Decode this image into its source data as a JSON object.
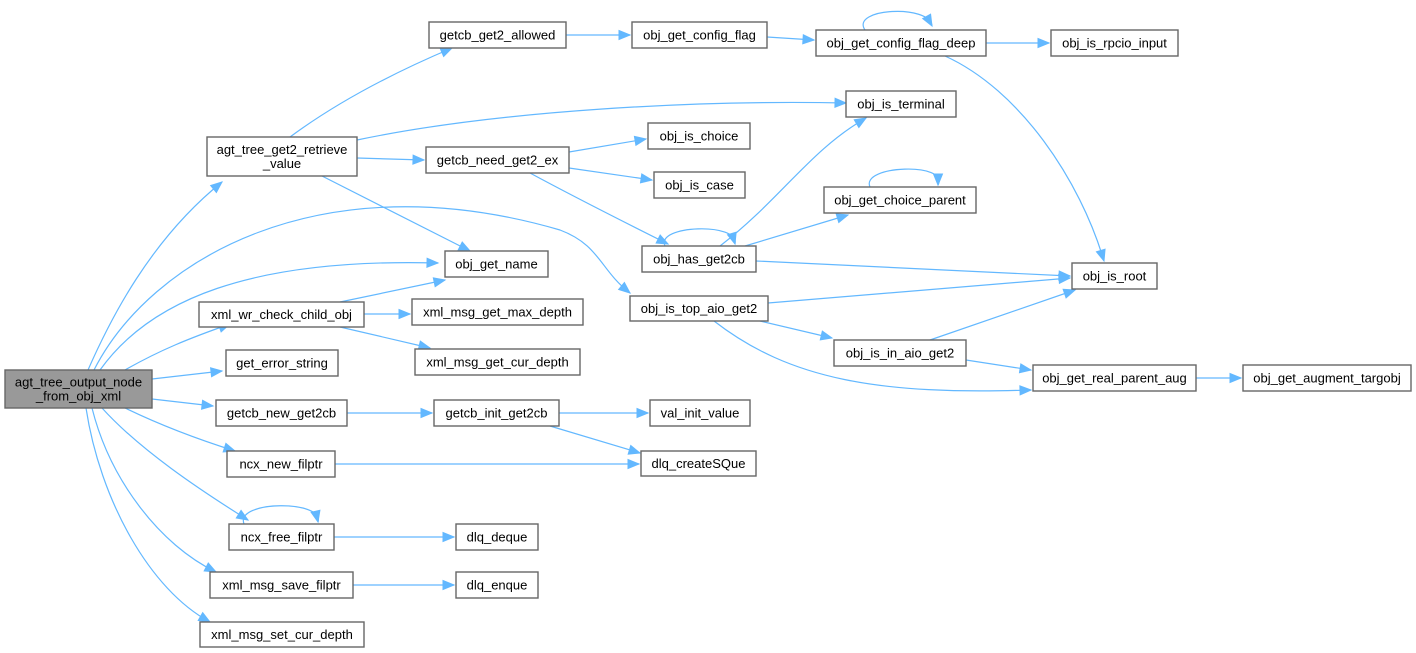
{
  "diagram": {
    "type": "call-graph",
    "title": "agt_tree_output_node_from_obj_xml",
    "colors": {
      "edge": "#63b8ff",
      "root_fill": "#999999",
      "node_fill": "#ffffff",
      "node_border": "#666666"
    },
    "nodes": [
      {
        "id": "root",
        "label": [
          "agt_tree_output_node",
          "_from_obj_xml"
        ],
        "root": true
      },
      {
        "id": "agt_tree_get2_retrieve_value",
        "label": [
          "agt_tree_get2_retrieve",
          "_value"
        ]
      },
      {
        "id": "obj_get_name",
        "label": [
          "obj_get_name"
        ]
      },
      {
        "id": "xml_wr_check_child_obj",
        "label": [
          "xml_wr_check_child_obj"
        ]
      },
      {
        "id": "get_error_string",
        "label": [
          "get_error_string"
        ]
      },
      {
        "id": "getcb_new_get2cb",
        "label": [
          "getcb_new_get2cb"
        ]
      },
      {
        "id": "ncx_new_filptr",
        "label": [
          "ncx_new_filptr"
        ]
      },
      {
        "id": "ncx_free_filptr",
        "label": [
          "ncx_free_filptr"
        ]
      },
      {
        "id": "xml_msg_save_filptr",
        "label": [
          "xml_msg_save_filptr"
        ]
      },
      {
        "id": "xml_msg_set_cur_depth",
        "label": [
          "xml_msg_set_cur_depth"
        ]
      },
      {
        "id": "getcb_get2_allowed",
        "label": [
          "getcb_get2_allowed"
        ]
      },
      {
        "id": "getcb_need_get2_ex",
        "label": [
          "getcb_need_get2_ex"
        ]
      },
      {
        "id": "xml_msg_get_max_depth",
        "label": [
          "xml_msg_get_max_depth"
        ]
      },
      {
        "id": "xml_msg_get_cur_depth",
        "label": [
          "xml_msg_get_cur_depth"
        ]
      },
      {
        "id": "getcb_init_get2cb",
        "label": [
          "getcb_init_get2cb"
        ]
      },
      {
        "id": "obj_get_config_flag",
        "label": [
          "obj_get_config_flag"
        ]
      },
      {
        "id": "obj_is_choice",
        "label": [
          "obj_is_choice"
        ]
      },
      {
        "id": "obj_is_case",
        "label": [
          "obj_is_case"
        ]
      },
      {
        "id": "obj_has_get2cb",
        "label": [
          "obj_has_get2cb"
        ]
      },
      {
        "id": "obj_is_top_aio_get2",
        "label": [
          "obj_is_top_aio_get2"
        ]
      },
      {
        "id": "val_init_value",
        "label": [
          "val_init_value"
        ]
      },
      {
        "id": "dlq_createSQue",
        "label": [
          "dlq_createSQue"
        ]
      },
      {
        "id": "dlq_deque",
        "label": [
          "dlq_deque"
        ]
      },
      {
        "id": "dlq_enque",
        "label": [
          "dlq_enque"
        ]
      },
      {
        "id": "obj_get_config_flag_deep",
        "label": [
          "obj_get_config_flag_deep"
        ]
      },
      {
        "id": "obj_is_terminal",
        "label": [
          "obj_is_terminal"
        ]
      },
      {
        "id": "obj_get_choice_parent",
        "label": [
          "obj_get_choice_parent"
        ]
      },
      {
        "id": "obj_is_in_aio_get2",
        "label": [
          "obj_is_in_aio_get2"
        ]
      },
      {
        "id": "obj_is_rpcio_input",
        "label": [
          "obj_is_rpcio_input"
        ]
      },
      {
        "id": "obj_is_root",
        "label": [
          "obj_is_root"
        ]
      },
      {
        "id": "obj_get_real_parent_aug",
        "label": [
          "obj_get_real_parent_aug"
        ]
      },
      {
        "id": "obj_get_augment_targobj",
        "label": [
          "obj_get_augment_targobj"
        ]
      }
    ],
    "edges": [
      [
        "root",
        "agt_tree_get2_retrieve_value"
      ],
      [
        "root",
        "obj_get_name"
      ],
      [
        "root",
        "obj_is_top_aio_get2"
      ],
      [
        "root",
        "xml_wr_check_child_obj"
      ],
      [
        "root",
        "get_error_string"
      ],
      [
        "root",
        "getcb_new_get2cb"
      ],
      [
        "root",
        "ncx_new_filptr"
      ],
      [
        "root",
        "ncx_free_filptr"
      ],
      [
        "root",
        "xml_msg_save_filptr"
      ],
      [
        "root",
        "xml_msg_set_cur_depth"
      ],
      [
        "agt_tree_get2_retrieve_value",
        "getcb_get2_allowed"
      ],
      [
        "agt_tree_get2_retrieve_value",
        "obj_is_terminal"
      ],
      [
        "agt_tree_get2_retrieve_value",
        "getcb_need_get2_ex"
      ],
      [
        "agt_tree_get2_retrieve_value",
        "obj_get_name"
      ],
      [
        "getcb_get2_allowed",
        "obj_get_config_flag"
      ],
      [
        "obj_get_config_flag",
        "obj_get_config_flag_deep"
      ],
      [
        "obj_get_config_flag_deep",
        "obj_get_config_flag_deep"
      ],
      [
        "obj_get_config_flag_deep",
        "obj_is_rpcio_input"
      ],
      [
        "obj_get_config_flag_deep",
        "obj_is_root"
      ],
      [
        "getcb_need_get2_ex",
        "obj_is_choice"
      ],
      [
        "getcb_need_get2_ex",
        "obj_is_case"
      ],
      [
        "getcb_need_get2_ex",
        "obj_has_get2cb"
      ],
      [
        "obj_has_get2cb",
        "obj_has_get2cb"
      ],
      [
        "obj_has_get2cb",
        "obj_is_terminal"
      ],
      [
        "obj_has_get2cb",
        "obj_get_choice_parent"
      ],
      [
        "obj_has_get2cb",
        "obj_is_root"
      ],
      [
        "obj_get_choice_parent",
        "obj_get_choice_parent"
      ],
      [
        "xml_wr_check_child_obj",
        "obj_get_name"
      ],
      [
        "xml_wr_check_child_obj",
        "xml_msg_get_max_depth"
      ],
      [
        "xml_wr_check_child_obj",
        "xml_msg_get_cur_depth"
      ],
      [
        "obj_is_top_aio_get2",
        "obj_is_root"
      ],
      [
        "obj_is_top_aio_get2",
        "obj_is_in_aio_get2"
      ],
      [
        "obj_is_top_aio_get2",
        "obj_get_real_parent_aug"
      ],
      [
        "obj_is_in_aio_get2",
        "obj_is_root"
      ],
      [
        "obj_is_in_aio_get2",
        "obj_get_real_parent_aug"
      ],
      [
        "obj_get_real_parent_aug",
        "obj_get_augment_targobj"
      ],
      [
        "getcb_new_get2cb",
        "getcb_init_get2cb"
      ],
      [
        "getcb_init_get2cb",
        "val_init_value"
      ],
      [
        "getcb_init_get2cb",
        "dlq_createSQue"
      ],
      [
        "ncx_new_filptr",
        "dlq_createSQue"
      ],
      [
        "ncx_free_filptr",
        "ncx_free_filptr"
      ],
      [
        "ncx_free_filptr",
        "dlq_deque"
      ],
      [
        "xml_msg_save_filptr",
        "dlq_enque"
      ]
    ]
  }
}
